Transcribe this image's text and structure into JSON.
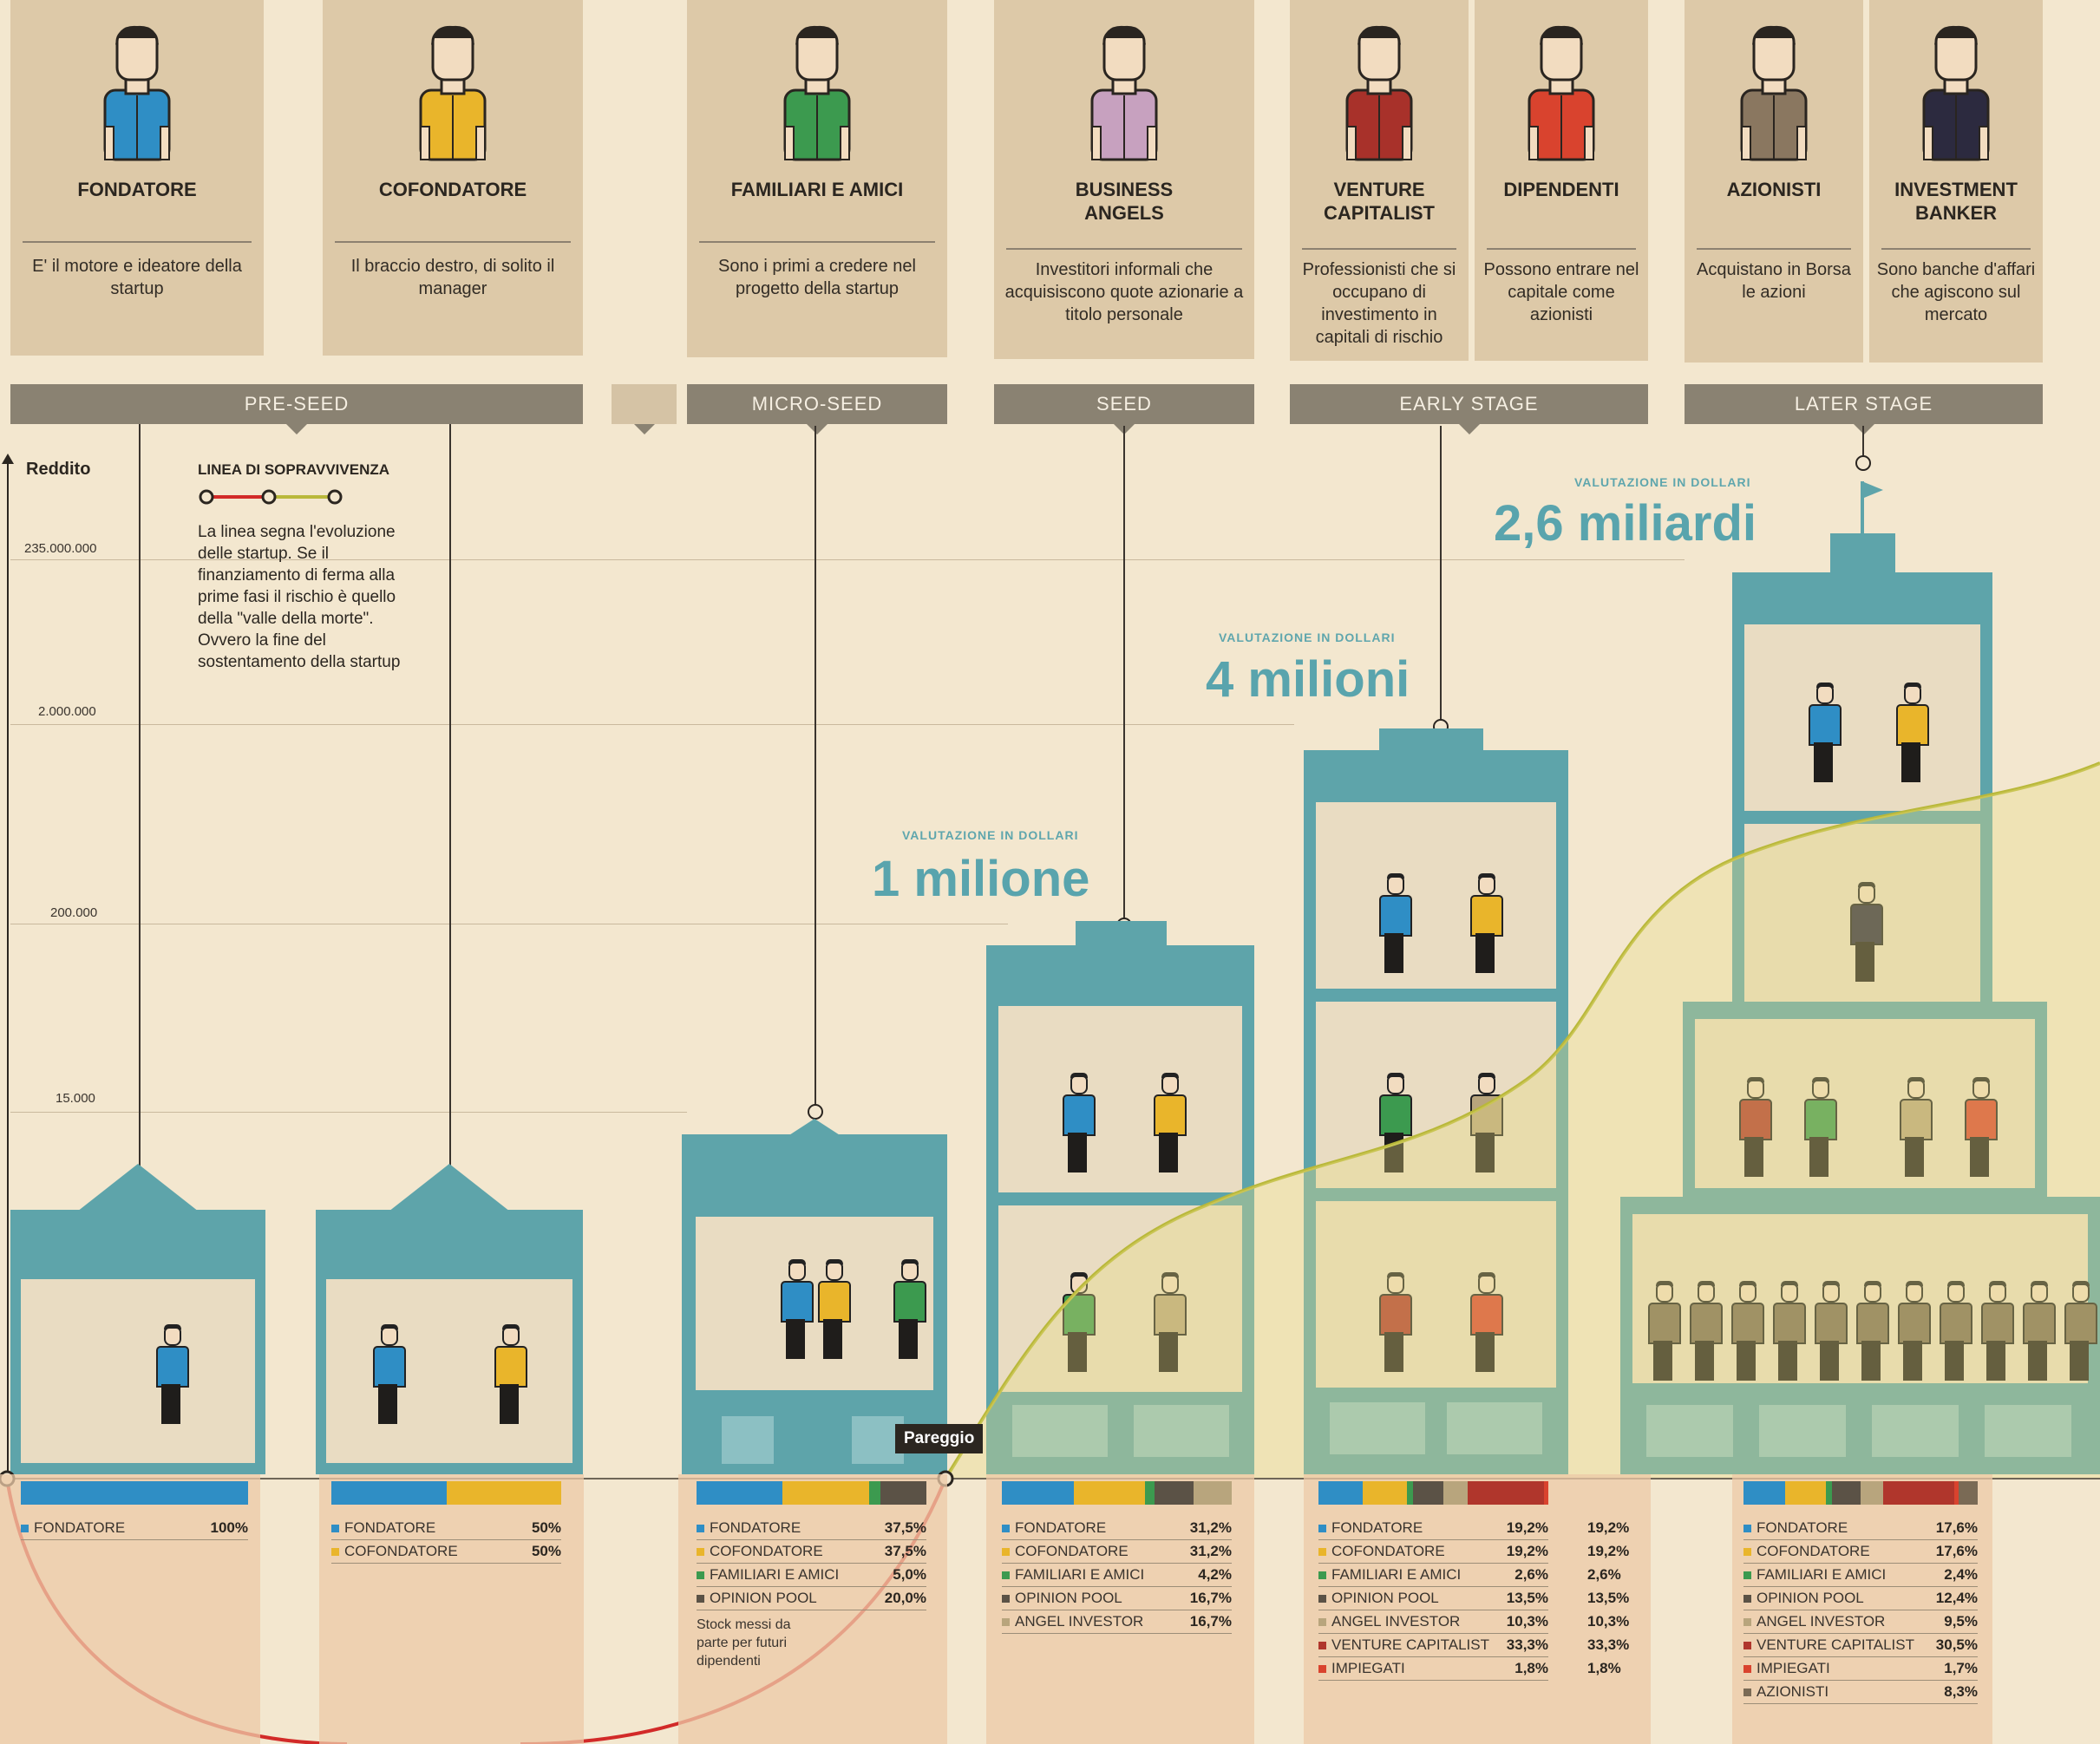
{
  "roles": [
    {
      "name": "FONDATORE",
      "desc": "E' il motore e ideatore della startup",
      "color": "#2f8ec5"
    },
    {
      "name": "COFONDATORE",
      "desc": "Il braccio destro, di solito il manager",
      "color": "#e9b52b"
    },
    {
      "name": "FAMILIARI E AMICI",
      "desc": "Sono i primi a credere nel progetto della startup",
      "color": "#3c9a4f"
    },
    {
      "name": "BUSINESS ANGELS",
      "desc": "Investitori informali che acquisiscono quote azionarie a titolo personale",
      "color": "#c7a1bf"
    },
    {
      "name": "VENTURE CAPITALIST",
      "desc": "Professionisti che si occupano di investimento in capitali di rischio",
      "color": "#a8312a"
    },
    {
      "name": "DIPENDENTI",
      "desc": "Possono entrare nel capitale come azionisti",
      "color": "#d9432e"
    },
    {
      "name": "AZIONISTI",
      "desc": "Acquistano in Borsa le azioni",
      "color": "#8a7760"
    },
    {
      "name": "INVESTMENT BANKER",
      "desc": "Sono banche d'affari che agiscono sul mercato",
      "color": "#2c2a3f"
    }
  ],
  "stages": [
    "PRE-SEED",
    "MICRO-SEED",
    "SEED",
    "EARLY STAGE",
    "LATER STAGE"
  ],
  "axis": {
    "title": "Reddito",
    "ticks": [
      "235.000.000",
      "2.000.000",
      "200.000",
      "15.000"
    ]
  },
  "legend": {
    "title": "LINEA DI SOPRAVVIVENZA",
    "text": "La linea segna l'evoluzione delle startup. Se il finanziamento di ferma alla prime fasi il rischio è quello della \"valle della morte\". Ovvero la fine del sostentamento della startup"
  },
  "valuations": [
    {
      "caption": "VALUTAZIONE IN DOLLARI",
      "amount": "1 milione"
    },
    {
      "caption": "VALUTAZIONE IN DOLLARI",
      "amount": "4 milioni"
    },
    {
      "caption": "VALUTAZIONE IN DOLLARI",
      "amount": "2,6 miliardi"
    }
  ],
  "breakeven": "Pareggio",
  "colors": {
    "fondatore": "#2f8ec5",
    "cofondatore": "#e9b52b",
    "familiari": "#3c9a4f",
    "opinion_pool": "#5b5246",
    "angel": "#b8a57d",
    "vc": "#b0362c",
    "impiegati": "#d9432e",
    "azionisti": "#7a6a55",
    "teal": "#5ea4aa",
    "survival_line": "#b9b83a",
    "death_valley": "#d22a28"
  },
  "cap_tables": [
    {
      "rows": [
        {
          "label": "FONDATORE",
          "pct": "100%",
          "color": "#2f8ec5",
          "val": 100
        }
      ]
    },
    {
      "rows": [
        {
          "label": "FONDATORE",
          "pct": "50%",
          "color": "#2f8ec5",
          "val": 50
        },
        {
          "label": "COFONDATORE",
          "pct": "50%",
          "color": "#e9b52b",
          "val": 50
        }
      ]
    },
    {
      "rows": [
        {
          "label": "FONDATORE",
          "pct": "37,5%",
          "color": "#2f8ec5",
          "val": 37.5
        },
        {
          "label": "COFONDATORE",
          "pct": "37,5%",
          "color": "#e9b52b",
          "val": 37.5
        },
        {
          "label": "FAMILIARI E AMICI",
          "pct": "5,0%",
          "color": "#3c9a4f",
          "val": 5
        },
        {
          "label": "OPINION POOL",
          "pct": "20,0%",
          "color": "#5b5246",
          "val": 20
        }
      ],
      "note": "Stock messi da parte per futuri dipendenti"
    },
    {
      "rows": [
        {
          "label": "FONDATORE",
          "pct": "31,2%",
          "color": "#2f8ec5",
          "val": 31.2
        },
        {
          "label": "COFONDATORE",
          "pct": "31,2%",
          "color": "#e9b52b",
          "val": 31.2
        },
        {
          "label": "FAMILIARI E AMICI",
          "pct": "4,2%",
          "color": "#3c9a4f",
          "val": 4.2
        },
        {
          "label": "OPINION POOL",
          "pct": "16,7%",
          "color": "#5b5246",
          "val": 16.7
        },
        {
          "label": "ANGEL INVESTOR",
          "pct": "16,7%",
          "color": "#b8a57d",
          "val": 16.7
        }
      ]
    },
    {
      "rows": [
        {
          "label": "FONDATORE",
          "pct": "19,2%",
          "extra": "19,2%",
          "color": "#2f8ec5",
          "val": 19.2
        },
        {
          "label": "COFONDATORE",
          "pct": "19,2%",
          "extra": "19,2%",
          "color": "#e9b52b",
          "val": 19.2
        },
        {
          "label": "FAMILIARI E AMICI",
          "pct": "2,6%",
          "extra": "2,6%",
          "color": "#3c9a4f",
          "val": 2.6
        },
        {
          "label": "OPINION POOL",
          "pct": "13,5%",
          "extra": "13,5%",
          "color": "#5b5246",
          "val": 13.5
        },
        {
          "label": "ANGEL INVESTOR",
          "pct": "10,3%",
          "extra": "10,3%",
          "color": "#b8a57d",
          "val": 10.3
        },
        {
          "label": "VENTURE CAPITALIST",
          "pct": "33,3%",
          "extra": "33,3%",
          "color": "#b0362c",
          "val": 33.3
        },
        {
          "label": "IMPIEGATI",
          "pct": "1,8%",
          "extra": "1,8%",
          "color": "#d9432e",
          "val": 1.8
        }
      ]
    },
    {
      "rows": [
        {
          "label": "FONDATORE",
          "pct": "17,6%",
          "color": "#2f8ec5",
          "val": 17.6
        },
        {
          "label": "COFONDATORE",
          "pct": "17,6%",
          "color": "#e9b52b",
          "val": 17.6
        },
        {
          "label": "FAMILIARI E AMICI",
          "pct": "2,4%",
          "color": "#3c9a4f",
          "val": 2.4
        },
        {
          "label": "OPINION POOL",
          "pct": "12,4%",
          "color": "#5b5246",
          "val": 12.4
        },
        {
          "label": "ANGEL INVESTOR",
          "pct": "9,5%",
          "color": "#b8a57d",
          "val": 9.5
        },
        {
          "label": "VENTURE CAPITALIST",
          "pct": "30,5%",
          "color": "#b0362c",
          "val": 30.5
        },
        {
          "label": "IMPIEGATI",
          "pct": "1,7%",
          "color": "#d9432e",
          "val": 1.7
        },
        {
          "label": "AZIONISTI",
          "pct": "8,3%",
          "color": "#7a6a55",
          "val": 8.3
        }
      ]
    }
  ]
}
